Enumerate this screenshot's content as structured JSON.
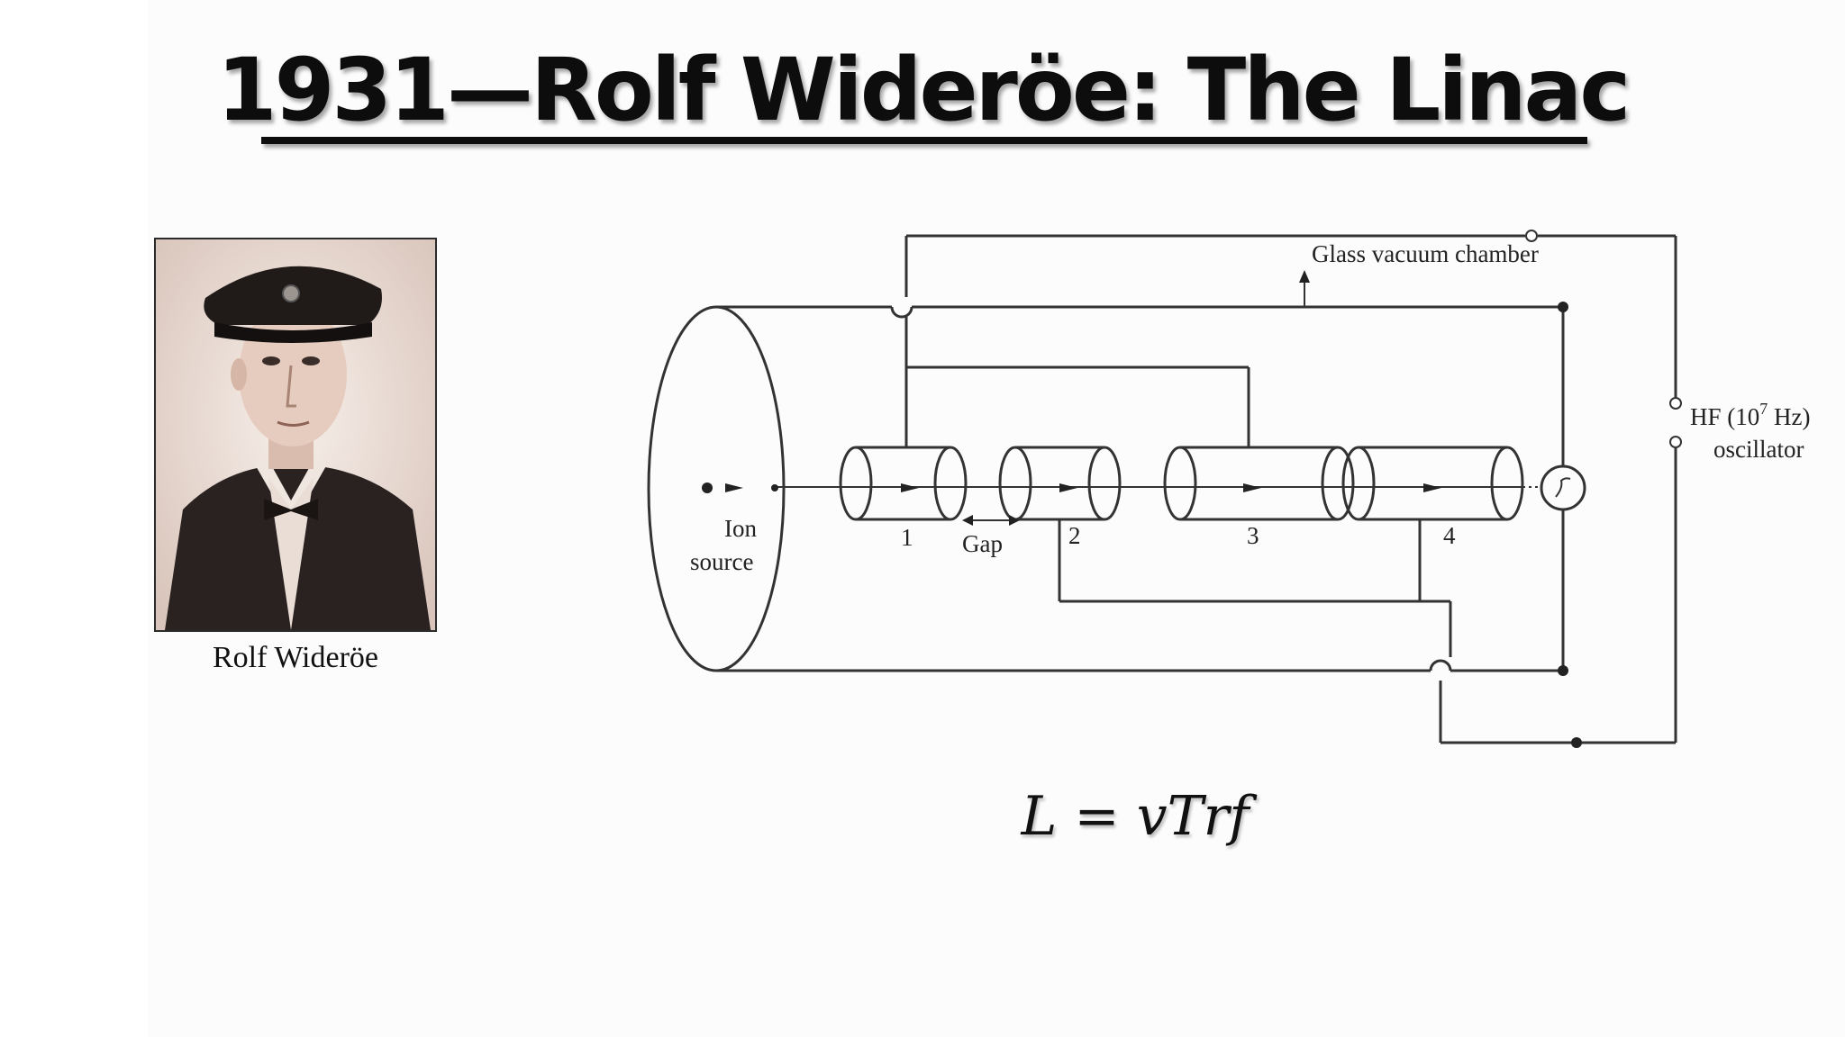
{
  "slide": {
    "title": "1931—Rolf Wideröe: The Linac",
    "photo_caption": "Rolf Wideröe",
    "equation": "L = vTrf"
  },
  "diagram": {
    "label_chamber": "Glass vacuum chamber",
    "label_ion": "Ion",
    "label_source": "source",
    "label_gap": "Gap",
    "label_hf": "HF (10",
    "label_hf_exp": "7",
    "label_hf_unit": " Hz)",
    "label_oscillator": "oscillator",
    "tube_labels": [
      "1",
      "2",
      "3",
      "4"
    ]
  }
}
